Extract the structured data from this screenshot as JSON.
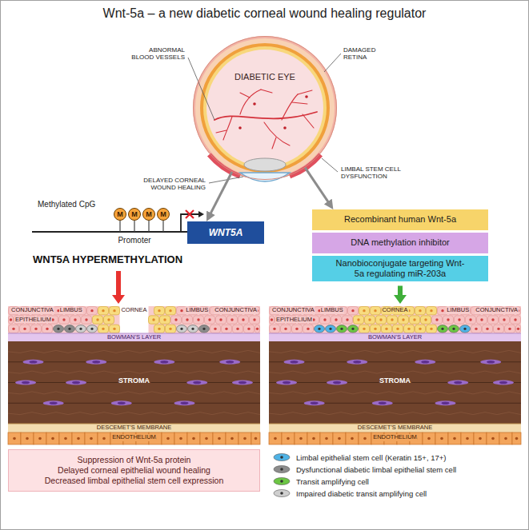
{
  "diagram": {
    "title": "Wnt-5a – a new diabetic corneal wound healing regulator",
    "nodes": [
      {
        "text": [
          "DIABETIC EYE"
        ]
      },
      {
        "text": [
          "M"
        ]
      },
      {
        "text": [
          "M"
        ]
      },
      {
        "text": [
          "M"
        ]
      },
      {
        "text": [
          "M"
        ]
      },
      {
        "text": [
          "WNT5A"
        ]
      },
      {
        "text": [
          "Recombinant human Wnt-5a"
        ]
      },
      {
        "text": [
          "DNA methylation inhibitor"
        ]
      },
      {
        "text": [
          "Nanobioconjugate targeting Wnt-5a regulating miR-203a"
        ]
      },
      {
        "text": [
          "Suppression of Wnt-5a protein",
          "Delayed corneal epithelial wound healing",
          "Decreased limbal epithelial stem cell expression"
        ]
      }
    ],
    "edges": [
      {
        "from": 0,
        "to": 5,
        "arrow": "to"
      },
      {
        "from": 0,
        "to": 6,
        "arrow": "to"
      }
    ],
    "labels": [
      "ABNORMAL BLOOD VESSELS",
      "DAMAGED RETINA",
      "LIMBAL STEM CELL DYSFUNCTION",
      "DELAYED CORNEAL WOUND HEALING",
      "Methylated CpG",
      "Promoter",
      "WNT5A HYPERMETHYLATION",
      "CONJUNCTIVA",
      "LIMBUS",
      "CORNEA",
      "LIMBUS",
      "CONJUNCTIVA",
      "EPITHELIUM",
      "BOWMAN'S LAYER",
      "STROMA",
      "DESCEMET'S MEMBRANE",
      "ENDOTHELIUM",
      "CONJUNCTIVA",
      "LIMBUS",
      "CORNEA",
      "LIMBUS",
      "CONJUNCTIVA",
      "EPITHELIUM",
      "BOWMAN'S LAYER",
      "STROMA",
      "DESCEMET'S MEMBRANE",
      "ENDOTHELIUM"
    ],
    "legend": [
      {
        "text": "Limbal epithelial stem cell (Keratin 15+, 17+)",
        "color": "#4fb3e6"
      },
      {
        "text": "Dysfunctional diabetic limbal epithelial stem cell",
        "color": "#8c8c8c"
      },
      {
        "text": "Transit amplifying cell",
        "color": "#6cc644"
      },
      {
        "text": "Impaired diabetic transit amplifying cell",
        "color": "#cfcfcf"
      }
    ]
  }
}
